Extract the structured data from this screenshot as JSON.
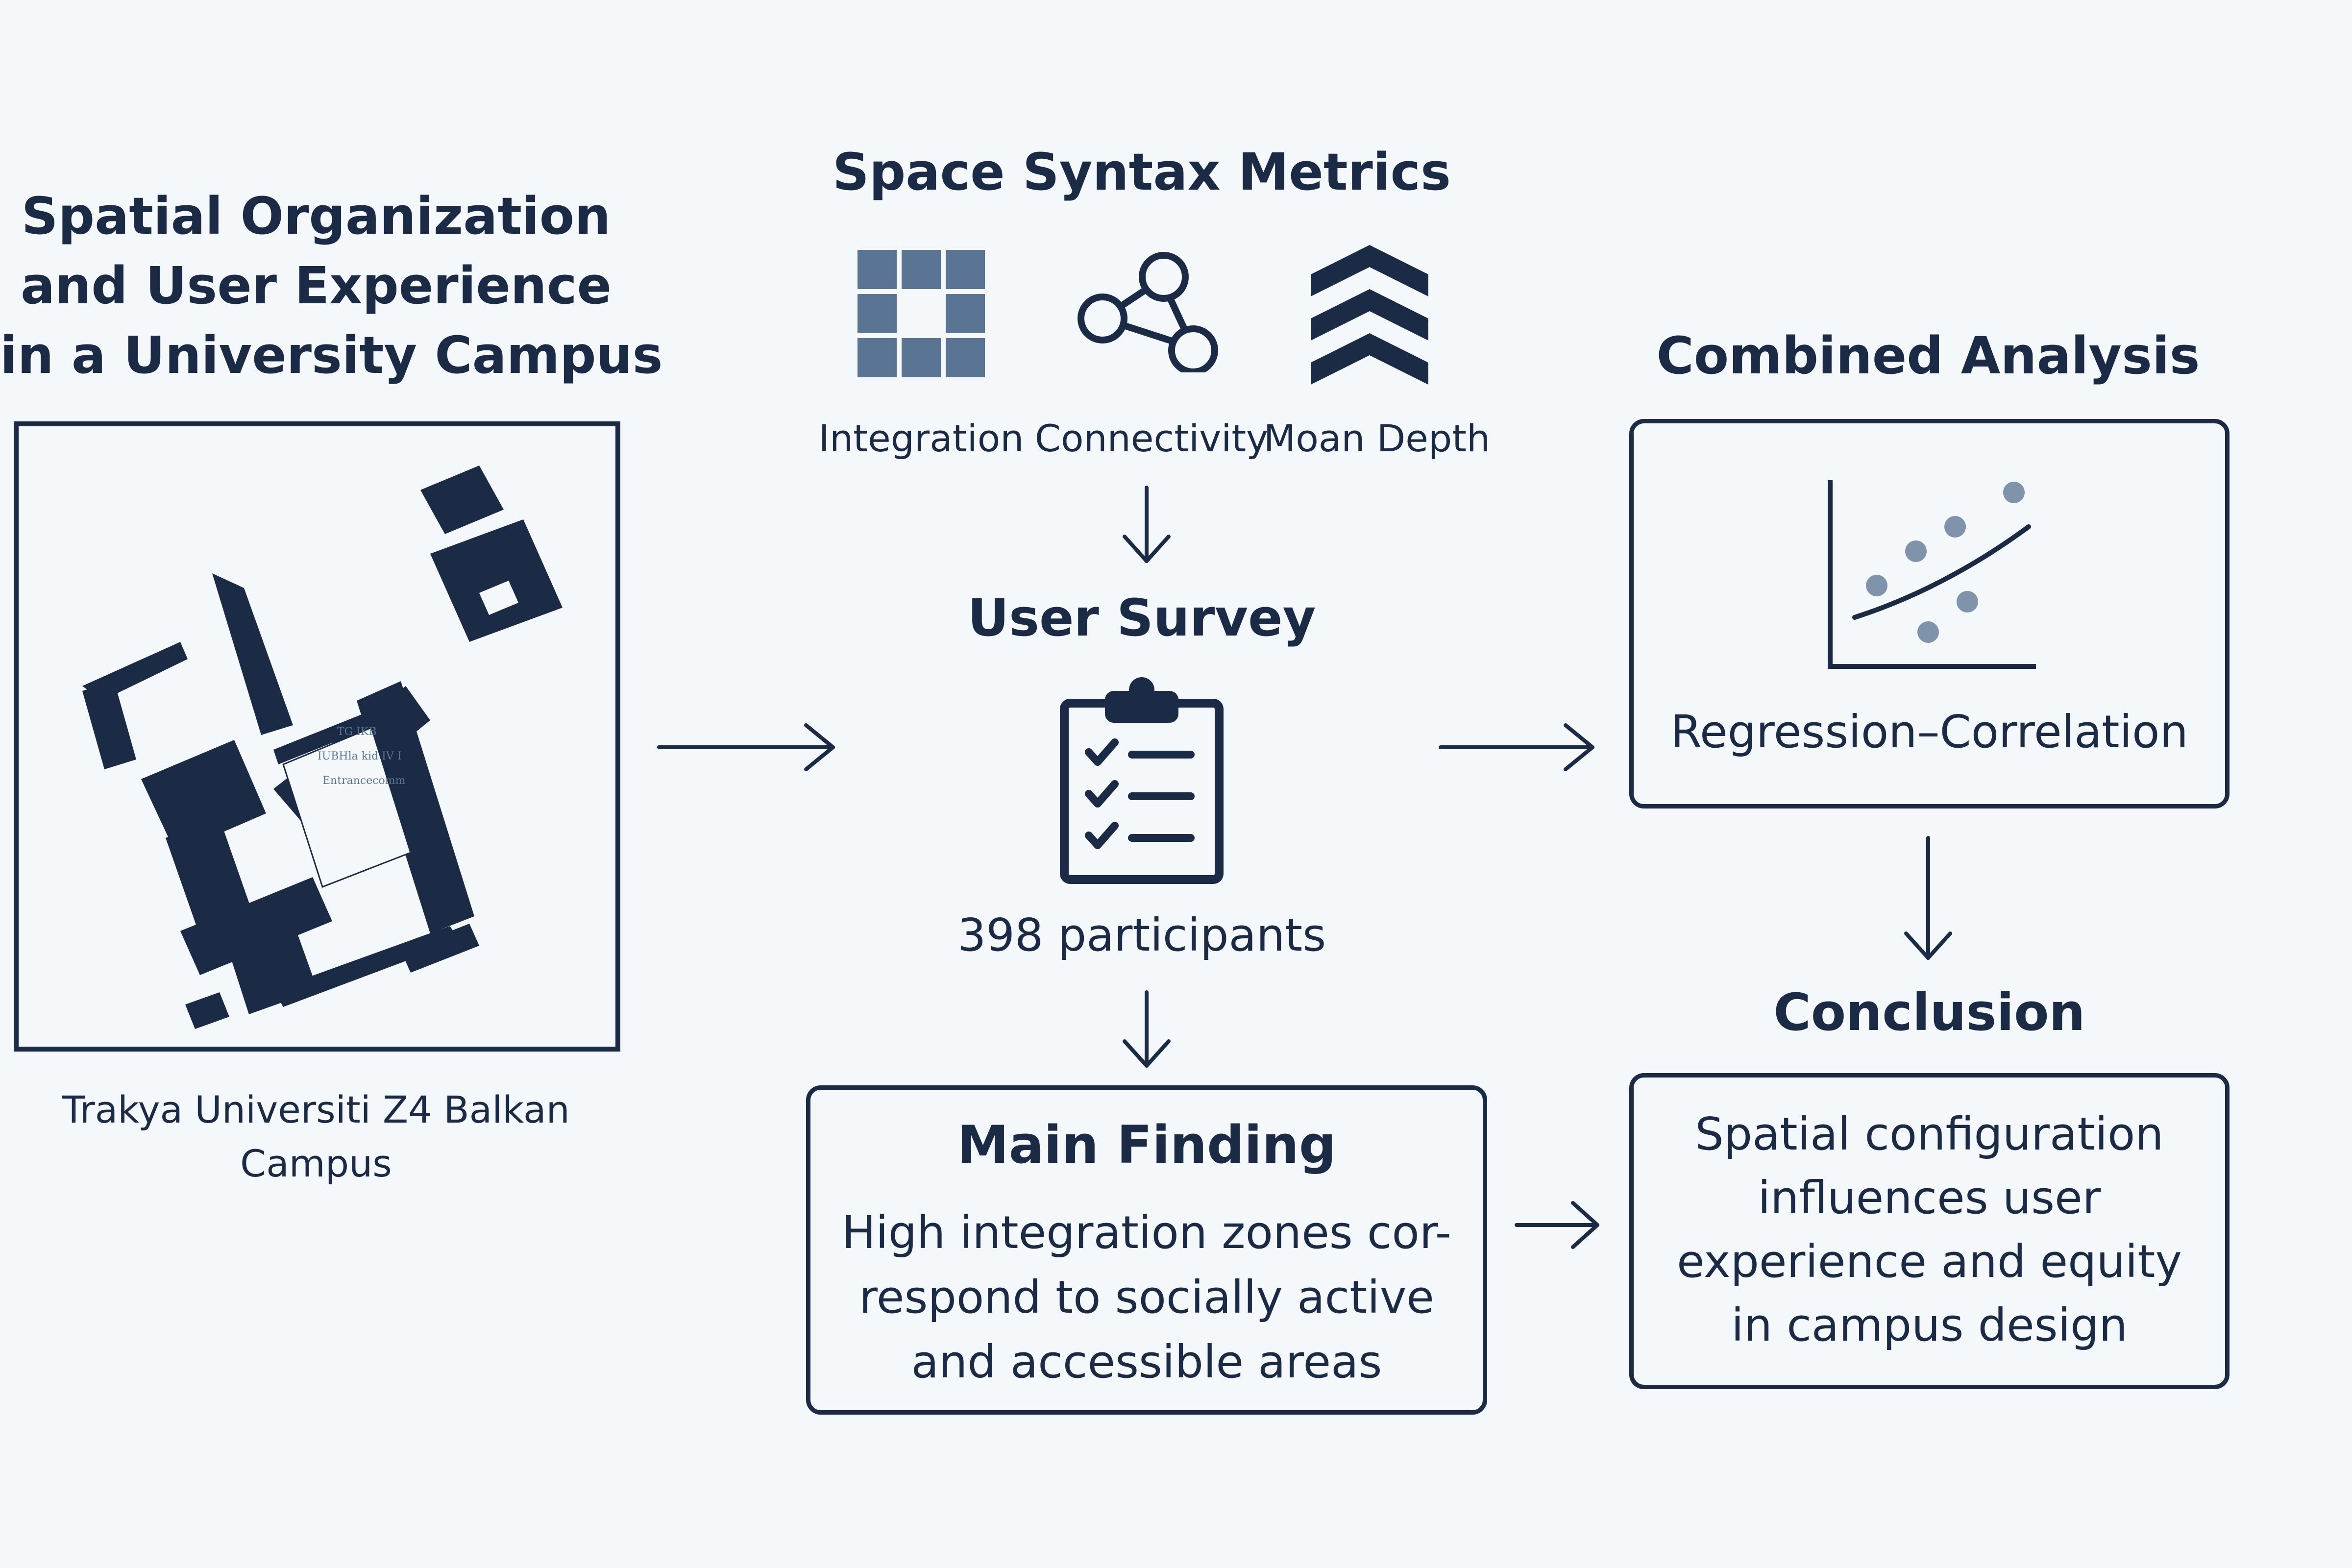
{
  "campus": {
    "title_lines": [
      "Spatial Organization",
      "and User Experience",
      "in a University Campus"
    ],
    "caption_lines": [
      "Trakya Universiti Z4 Balkan",
      "Campus"
    ]
  },
  "metrics": {
    "title": "Space Syntax Metrics",
    "items": [
      {
        "label": "Integration",
        "icon": "grid-icon"
      },
      {
        "label": "Connectivity",
        "icon": "network-icon"
      },
      {
        "label": "Moan Depth",
        "icon": "layers-chevron-icon"
      }
    ]
  },
  "survey": {
    "title": "User Survey",
    "icon": "clipboard-checklist-icon",
    "participants": "398 participants"
  },
  "finding": {
    "title": "Main Finding",
    "lines": [
      "High integration zones cor-",
      "respond to socially active",
      "and accessible areas"
    ]
  },
  "analysis": {
    "title": "Combined Analysis",
    "icon": "scatter-regression-icon",
    "label": "Regression–Correlation"
  },
  "conclusion": {
    "title": "Conclusion",
    "lines": [
      "Spatial configuration",
      "influences user",
      "experience and equity",
      "in campus design"
    ]
  },
  "colors": {
    "navy": "#1b2b45",
    "steel": "#5a7594",
    "dot": "#7f93aa",
    "background": "#f5f8fb"
  }
}
